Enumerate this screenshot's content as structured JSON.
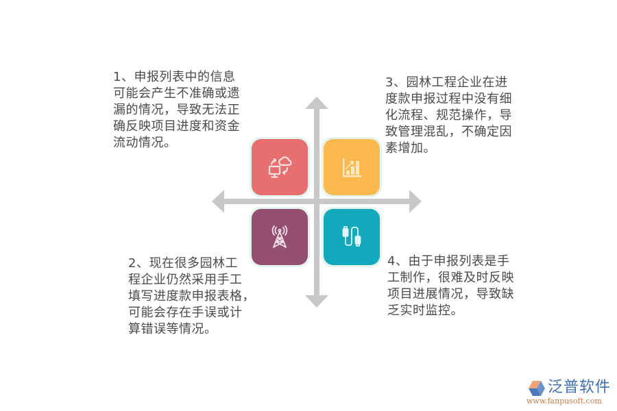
{
  "diagram": {
    "type": "four-quadrant",
    "colors": {
      "axis": "#c8c8c8",
      "tile_border": "#e3f5ee",
      "text": "#4a4a4a"
    },
    "quadrants": [
      {
        "id": 1,
        "position": "top-left",
        "color": "#e86f6f",
        "icon": "cloud-sync-computer-icon",
        "lines": [
          "1、申报列表中的信息",
          "可能会产生不准确或遗",
          "漏的情况，导致无法正",
          "确反映项目进度和资金",
          "流动情况。"
        ]
      },
      {
        "id": 2,
        "position": "bottom-left",
        "color": "#944f70",
        "icon": "signal-tower-icon",
        "lines": [
          "2、现在很多园林工",
          "程企业仍然采用手工",
          "填写进度款申报表格，",
          "可能会存在手误或计",
          "算错误等情况。"
        ]
      },
      {
        "id": 3,
        "position": "top-right",
        "color": "#fbb84f",
        "icon": "bar-chart-growth-icon",
        "lines": [
          "3、园林工程企业在进",
          "度款申报过程中没有细",
          "化流程、规范操作，导",
          "致管理混乱，不确定因",
          "素增加。"
        ]
      },
      {
        "id": 4,
        "position": "bottom-right",
        "color": "#12a9bc",
        "icon": "usb-cable-icon",
        "lines": [
          "4、由于申报列表是手",
          "工制作，很难及时反映",
          "项目进展情况，导致缺",
          "乏实时监控。"
        ]
      }
    ]
  },
  "logo": {
    "name": "泛普软件",
    "url": "www.fanpusoft.com",
    "name_color": "#3d6fb4",
    "url_color": "#c67a4b"
  }
}
